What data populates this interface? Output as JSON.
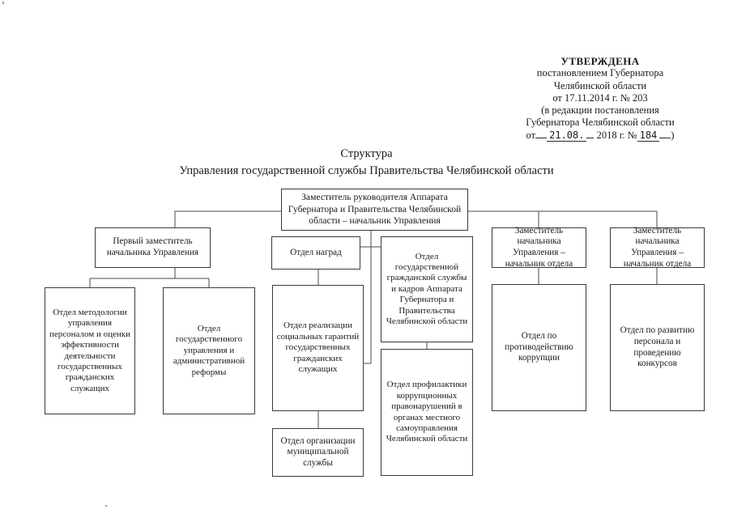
{
  "approval": {
    "heading": "УТВЕРЖДЕНА",
    "line2": "постановлением Губернатора",
    "line3": "Челябинской области",
    "line4": "от 17.11.2014 г. № 203",
    "line5": "(в редакции постановления",
    "line6": "Губернатора Челябинской области",
    "line7_prefix": "от",
    "line7_date": "21.08.",
    "line7_year": "2018 г.",
    "line7_no_label": "№",
    "line7_number": "184",
    "line7_suffix": ")"
  },
  "title": {
    "line1": "Структура",
    "line2": "Управления государственной службы Правительства Челябинской области"
  },
  "chart_data": {
    "type": "diagram",
    "title": "Структура Управления государственной службы Правительства Челябинской области",
    "nodes": [
      {
        "id": "head",
        "label": "Заместитель руководителя Аппарата Губернатора и Правительства Челябинской области – начальник Управления",
        "level": 0
      },
      {
        "id": "first-deputy",
        "label": "Первый заместитель начальника Управления",
        "level": 1
      },
      {
        "id": "awards",
        "label": "Отдел наград",
        "level": 1
      },
      {
        "id": "civil-service-personnel",
        "label": "Отдел государственной гражданской службы и кадров Аппарата Губернатора и Правительства Челябинской области",
        "level": 1
      },
      {
        "id": "deputy-head-dept-1",
        "label": "Заместитель начальника Управления – начальник отдела",
        "level": 1
      },
      {
        "id": "deputy-head-dept-2",
        "label": "Заместитель начальника Управления – начальник отдела",
        "level": 1
      },
      {
        "id": "methodology",
        "label": "Отдел методологии управления персоналом и оценки эффективности деятельности государственных гражданских служащих",
        "level": 2
      },
      {
        "id": "state-admin-reform",
        "label": "Отдел государственного управления и административной реформы",
        "level": 2
      },
      {
        "id": "social-guarantees",
        "label": "Отдел реализации социальных гарантий государственных гражданских служащих",
        "level": 2
      },
      {
        "id": "corruption-prevention-local",
        "label": "Отдел профилактики коррупционных правонарушений в органах местного самоуправления Челябинской области",
        "level": 2
      },
      {
        "id": "anti-corruption",
        "label": "Отдел по противодействию коррупции",
        "level": 2
      },
      {
        "id": "personnel-development",
        "label": "Отдел по развитию персонала и проведению конкурсов",
        "level": 2
      },
      {
        "id": "municipal-service",
        "label": "Отдел организации муниципальной службы",
        "level": 2
      }
    ],
    "edges": [
      {
        "from": "head",
        "to": "first-deputy"
      },
      {
        "from": "head",
        "to": "awards"
      },
      {
        "from": "head",
        "to": "civil-service-personnel"
      },
      {
        "from": "head",
        "to": "deputy-head-dept-1"
      },
      {
        "from": "head",
        "to": "deputy-head-dept-2"
      },
      {
        "from": "first-deputy",
        "to": "methodology"
      },
      {
        "from": "first-deputy",
        "to": "state-admin-reform"
      },
      {
        "from": "awards",
        "to": "social-guarantees"
      },
      {
        "from": "social-guarantees",
        "to": "municipal-service"
      },
      {
        "from": "civil-service-personnel",
        "to": "corruption-prevention-local"
      },
      {
        "from": "deputy-head-dept-1",
        "to": "anti-corruption"
      },
      {
        "from": "deputy-head-dept-2",
        "to": "personnel-development"
      }
    ],
    "colors": {
      "box_border": "#3a3a3a",
      "line": "#4a4a4a",
      "text": "#1a1a1a"
    }
  }
}
